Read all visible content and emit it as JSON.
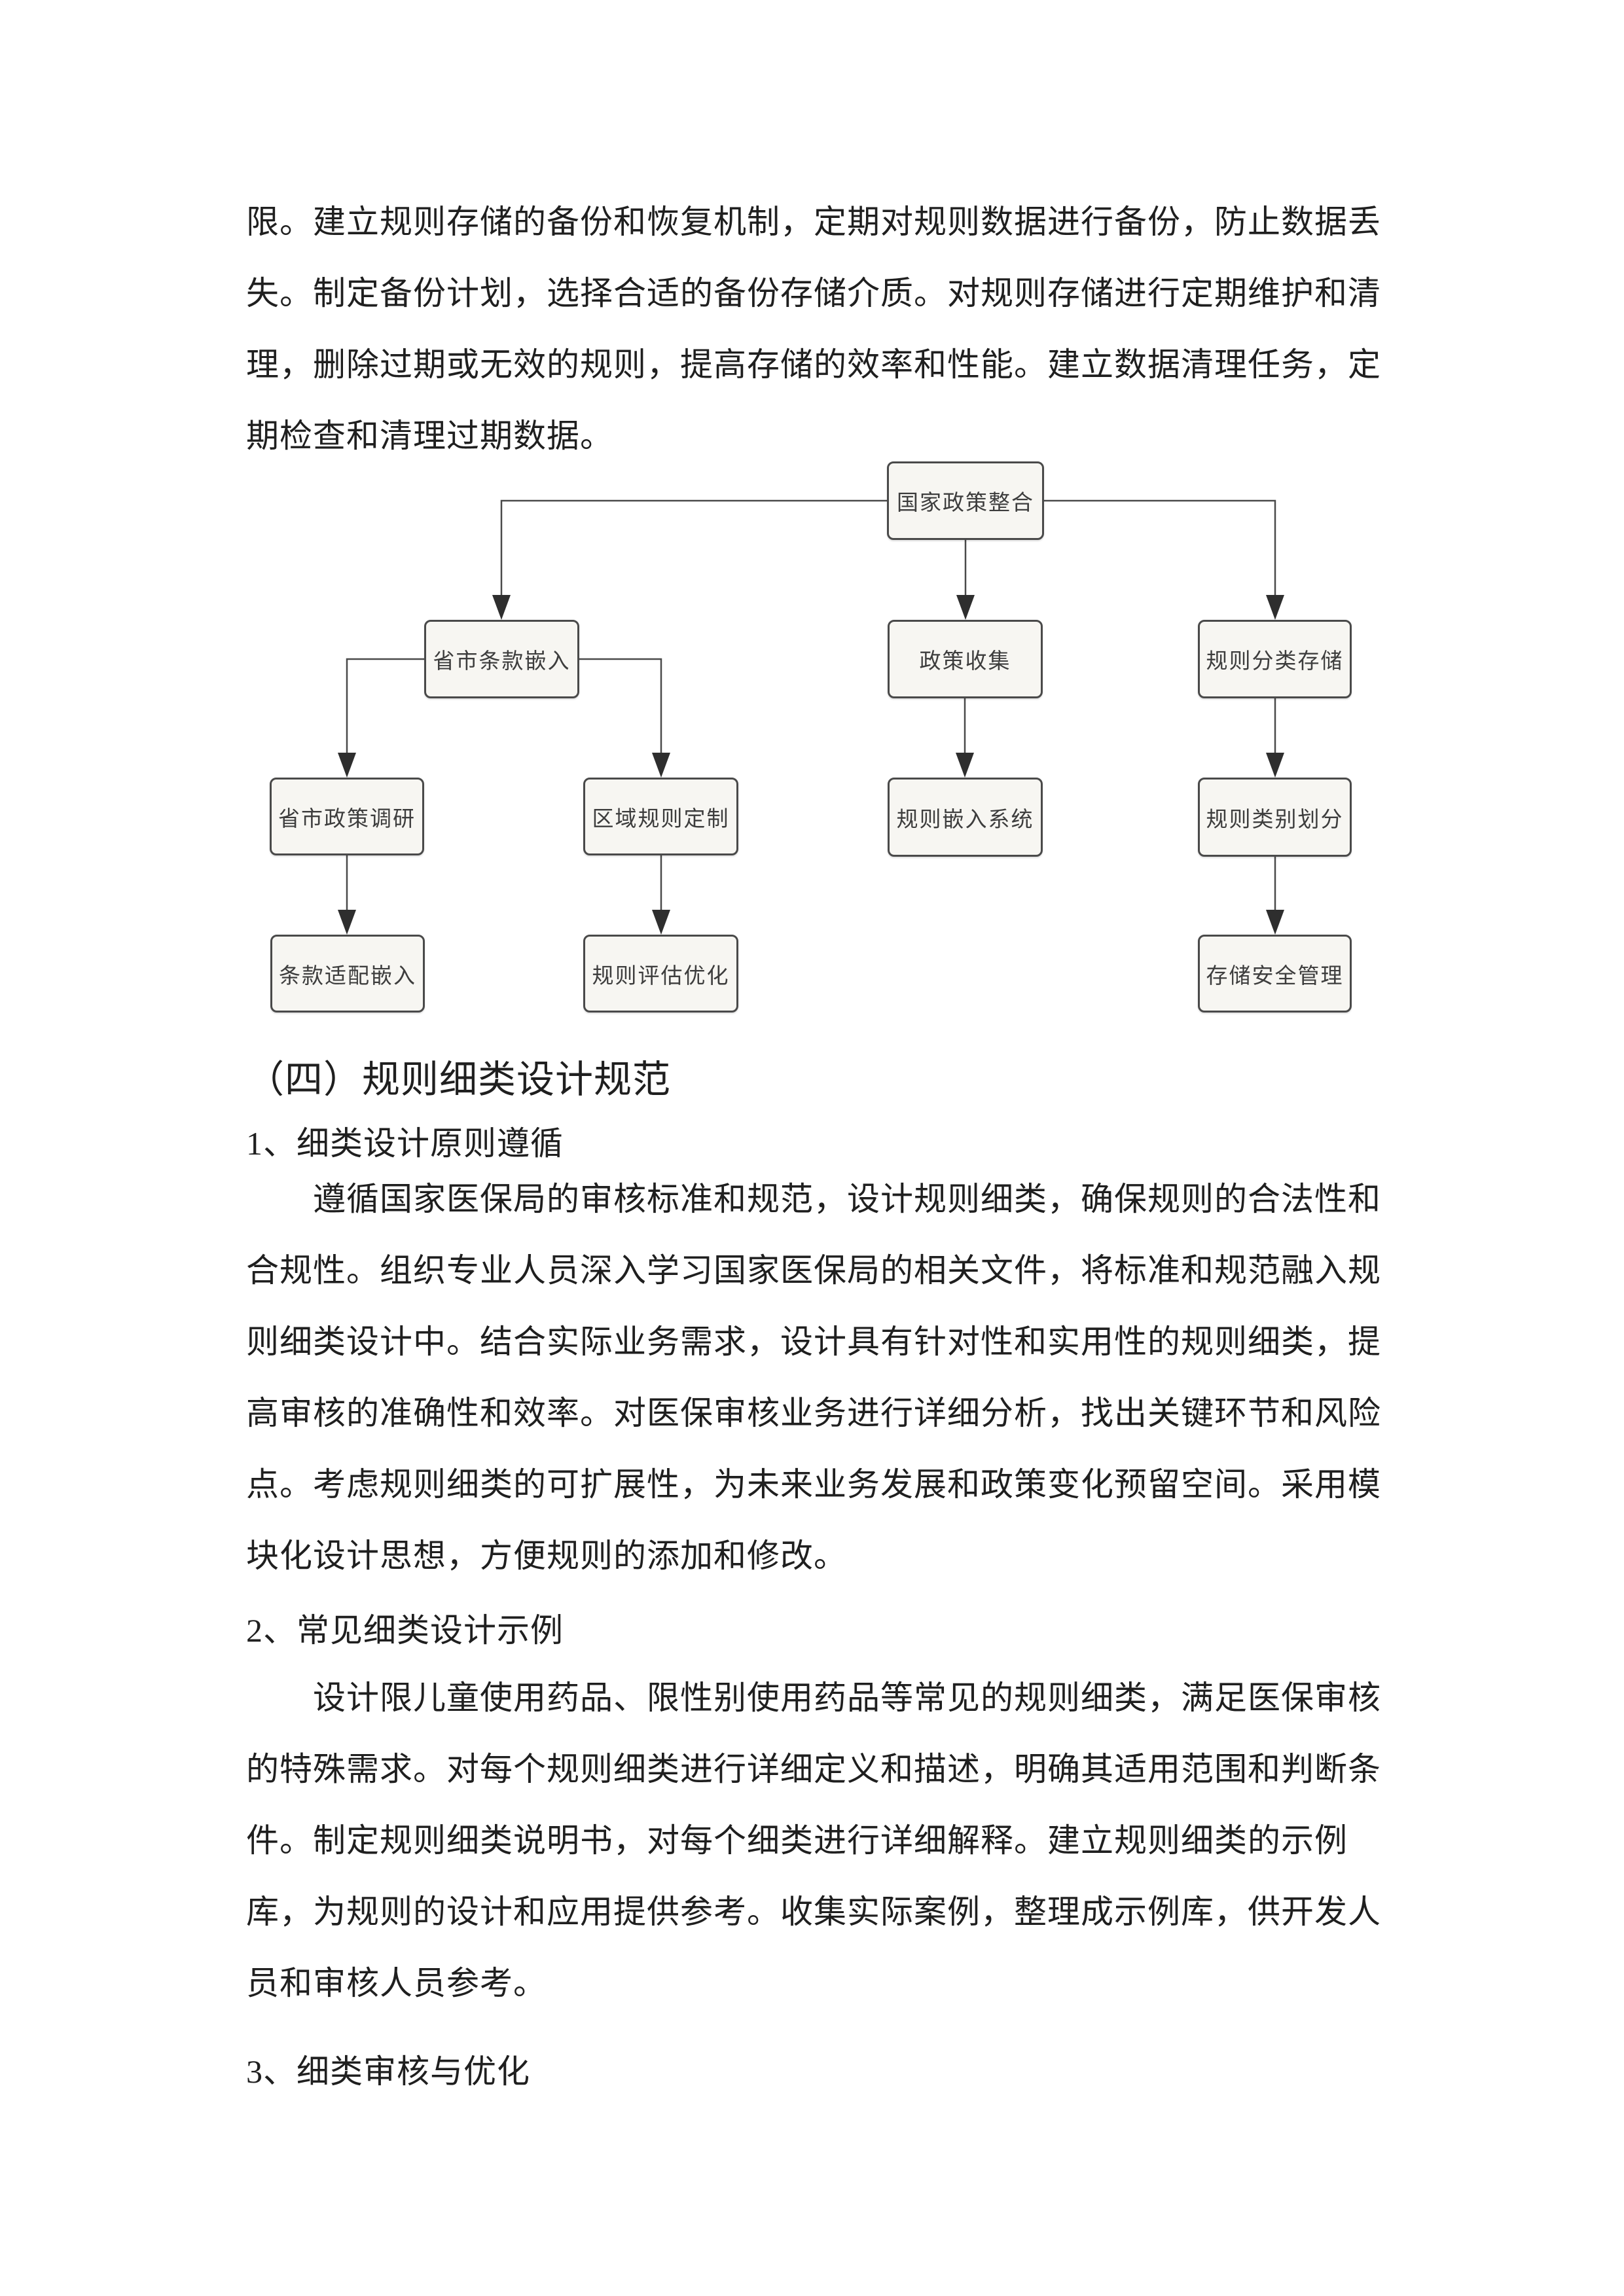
{
  "paragraph_top": {
    "lines": [
      "限。建立规则存储的备份和恢复机制，定期对规则数据进行备份，防止数据丢",
      "失。制定备份计划，选择合适的备份存储介质。对规则存储进行定期维护和清",
      "理，删除过期或无效的规则，提高存储的效率和性能。建立数据清理任务，定",
      "期检查和清理过期数据。"
    ]
  },
  "flowchart": {
    "nodes": [
      {
        "id": "national-policy-integration",
        "label": "国家政策整合"
      },
      {
        "id": "provincial-clause-embedding",
        "label": "省市条款嵌入"
      },
      {
        "id": "policy-collection",
        "label": "政策收集"
      },
      {
        "id": "rule-classification-storage",
        "label": "规则分类存储"
      },
      {
        "id": "provincial-policy-research",
        "label": "省市政策调研"
      },
      {
        "id": "regional-rule-customization",
        "label": "区域规则定制"
      },
      {
        "id": "rule-embedding-system",
        "label": "规则嵌入系统"
      },
      {
        "id": "rule-category-division",
        "label": "规则类别划分"
      },
      {
        "id": "clause-adaptation-embedding",
        "label": "条款适配嵌入"
      },
      {
        "id": "rule-evaluation-optimization",
        "label": "规则评估优化"
      },
      {
        "id": "storage-security-management",
        "label": "存储安全管理"
      }
    ],
    "edges": [
      {
        "from": "national-policy-integration",
        "to": "provincial-clause-embedding"
      },
      {
        "from": "national-policy-integration",
        "to": "policy-collection"
      },
      {
        "from": "national-policy-integration",
        "to": "rule-classification-storage"
      },
      {
        "from": "provincial-clause-embedding",
        "to": "provincial-policy-research"
      },
      {
        "from": "provincial-clause-embedding",
        "to": "regional-rule-customization"
      },
      {
        "from": "provincial-policy-research",
        "to": "clause-adaptation-embedding"
      },
      {
        "from": "regional-rule-customization",
        "to": "rule-evaluation-optimization"
      },
      {
        "from": "policy-collection",
        "to": "rule-embedding-system"
      },
      {
        "from": "rule-classification-storage",
        "to": "rule-category-division"
      },
      {
        "from": "rule-category-division",
        "to": "storage-security-management"
      }
    ]
  },
  "section4": {
    "heading": "（四）规则细类设计规范",
    "sub1": {
      "title": "1、细类设计原则遵循",
      "lines": [
        "遵循国家医保局的审核标准和规范，设计规则细类，确保规则的合法性和",
        "合规性。组织专业人员深入学习国家医保局的相关文件，将标准和规范融入规",
        "则细类设计中。结合实际业务需求，设计具有针对性和实用性的规则细类，提",
        "高审核的准确性和效率。对医保审核业务进行详细分析，找出关键环节和风险",
        "点。考虑规则细类的可扩展性，为未来业务发展和政策变化预留空间。采用模",
        "块化设计思想，方便规则的添加和修改。"
      ]
    },
    "sub2": {
      "title": "2、常见细类设计示例",
      "lines": [
        "设计限儿童使用药品、限性别使用药品等常见的规则细类，满足医保审核",
        "的特殊需求。对每个规则细类进行详细定义和描述，明确其适用范围和判断条",
        "件。制定规则细类说明书，对每个细类进行详细解释。建立规则细类的示例",
        "库，为规则的设计和应用提供参考。收集实际案例，整理成示例库，供开发人",
        "员和审核人员参考。"
      ]
    },
    "sub3": {
      "title": "3、细类审核与优化"
    }
  }
}
